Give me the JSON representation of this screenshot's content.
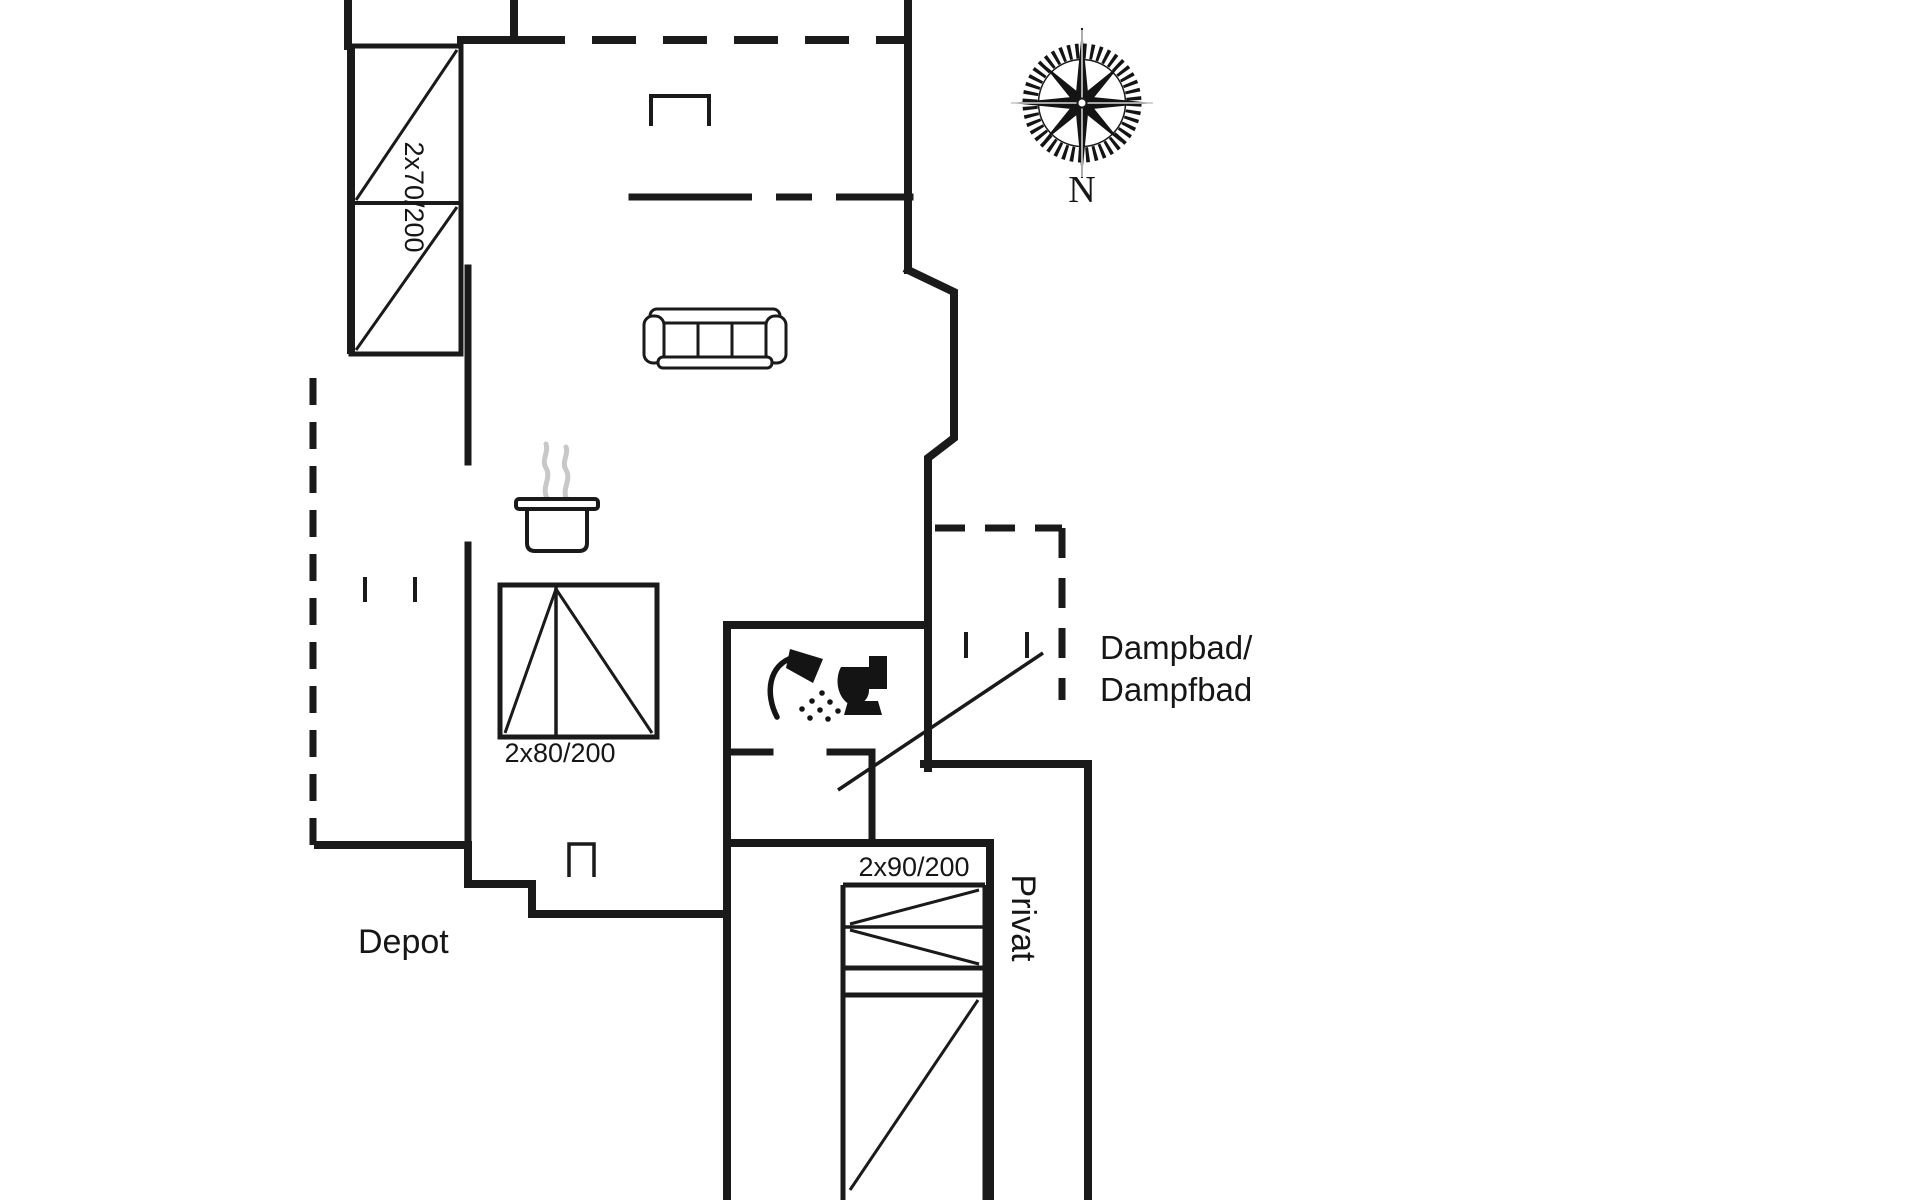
{
  "document": {
    "background": "#ffffff",
    "ink": "#1a1a1a"
  },
  "compass": {
    "north_label": "N"
  },
  "labels": {
    "wardrobe_top_left": "2x70/200",
    "wardrobe_center": "2x80/200",
    "wardrobe_bottom_right": "2x90/200",
    "callout_line1": "Dampbad/",
    "callout_line2": "Dampfbad",
    "depot": "Depot",
    "privat": "Privat"
  },
  "icons": {
    "compass-rose": "16-point compass rose with serrated tick ring and N marker",
    "sofa-icon": "three-seat sofa, plan view",
    "cooking-pot-icon": "cooking pot with rising steam",
    "shower-icon": "hand shower head with spray dots",
    "toilet-icon": "toilet silhouette"
  }
}
